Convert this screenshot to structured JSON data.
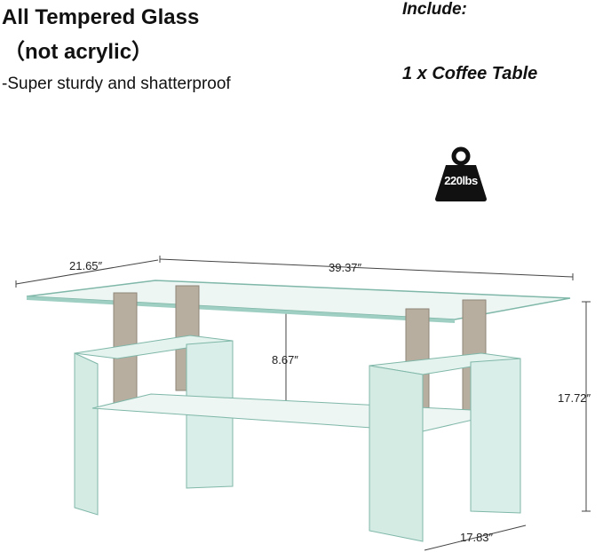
{
  "headline": {
    "line1": "All Tempered Glass",
    "line2": "（not acrylic）",
    "feature": "-Super sturdy  and shatterproof"
  },
  "package": {
    "heading": "Include:",
    "item": "1 x Coffee Table"
  },
  "weight_badge": {
    "icon": "kettlebell-weight-icon",
    "label": "220lbs"
  },
  "dimensions": {
    "depth_top": "21.65″",
    "length": "39.37″",
    "shelf_clearance": "8.67″",
    "height": "17.72″",
    "depth_bottom": "17.83″"
  },
  "colors": {
    "glass_edge": "#7fb7a8",
    "glass_fill": "#e8f4f0",
    "post": "#b8aea0",
    "badge": "#111111"
  }
}
